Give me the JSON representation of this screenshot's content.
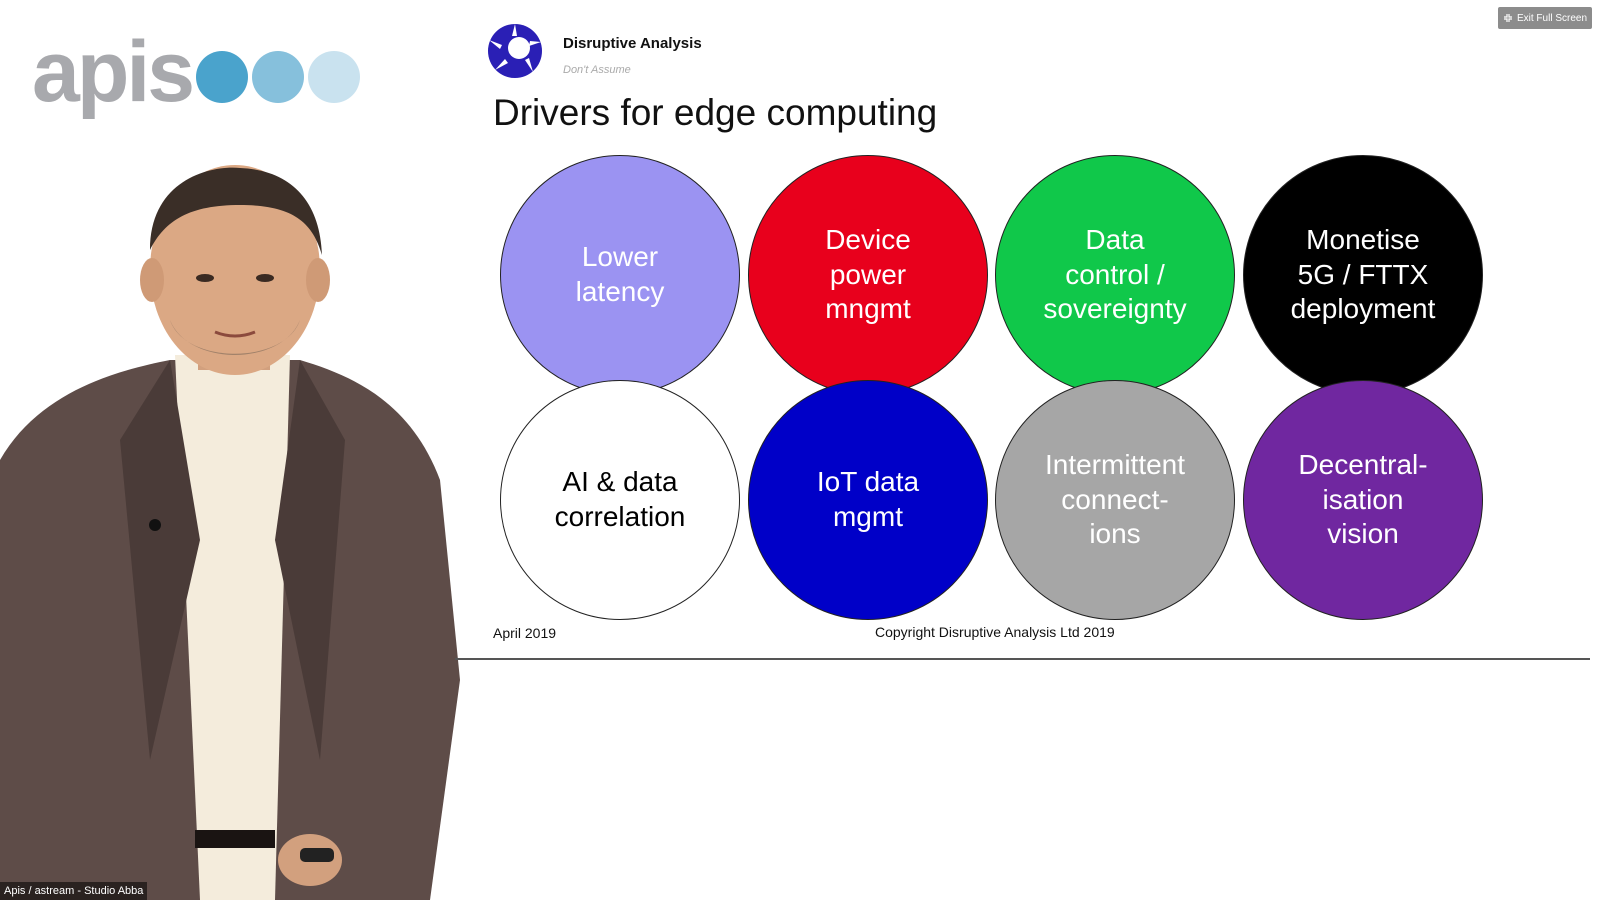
{
  "apis_logo": {
    "text": "apis",
    "dot_colors": [
      "#4aa3cc",
      "#86c0dc",
      "#c9e2ef"
    ]
  },
  "slide": {
    "brand_name": "Disruptive Analysis",
    "brand_tagline": "Don't Assume",
    "title": "Drivers for edge computing",
    "date": "April 2019",
    "copyright": "Copyright Disruptive Analysis Ltd 2019",
    "circles": [
      {
        "label": "Lower\nlatency",
        "color": "#9b93f2",
        "text_color": "#ffffff"
      },
      {
        "label": "Device\npower\nmngmt",
        "color": "#e8001c",
        "text_color": "#ffffff"
      },
      {
        "label": "Data\ncontrol /\nsovereignty",
        "color": "#10c84a",
        "text_color": "#ffffff"
      },
      {
        "label": "Monetise\n5G / FTTX\ndeployment",
        "color": "#000000",
        "text_color": "#ffffff"
      },
      {
        "label": "AI & data\ncorrelation",
        "color": "#ffffff",
        "text_color": "#000000"
      },
      {
        "label": "IoT data\nmgmt",
        "color": "#0000c8",
        "text_color": "#ffffff"
      },
      {
        "label": "Intermittent\nconnect-\nions",
        "color": "#a6a6a6",
        "text_color": "#ffffff"
      },
      {
        "label": "Decentral-\nisation\nvision",
        "color": "#7027a0",
        "text_color": "#ffffff"
      }
    ]
  },
  "controls": {
    "exit_fullscreen_label": "Exit Full Screen",
    "exit_icon": "exit-fullscreen-icon"
  },
  "stream_caption": "Apis / astream - Studio Abba",
  "colors": {
    "logo_gray": "#a8a9ad",
    "brand_blue": "#2a1fb5",
    "suit": "#5e4c48",
    "shirt": "#f4ecdc"
  }
}
